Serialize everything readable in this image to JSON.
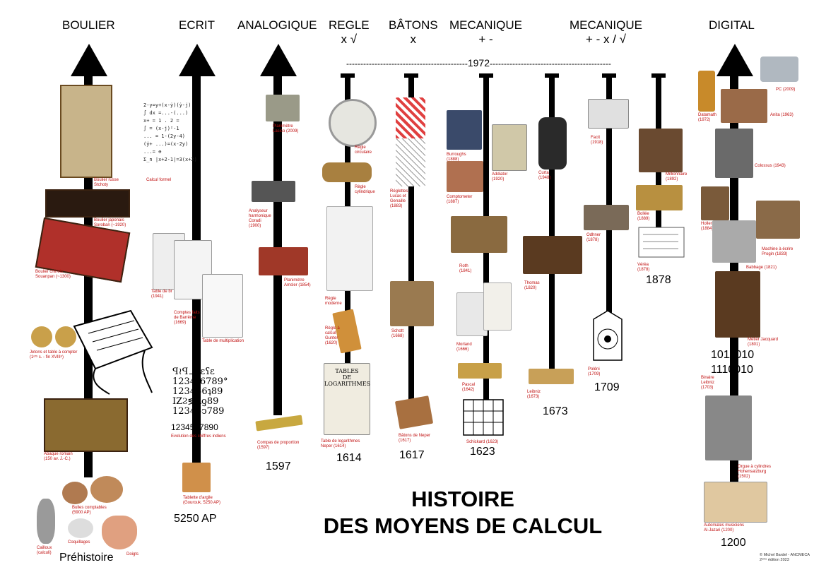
{
  "headers": [
    {
      "id": "boulier",
      "line1": "BOULIER",
      "line2": ""
    },
    {
      "id": "ecrit",
      "line1": "ECRIT",
      "line2": ""
    },
    {
      "id": "analogique",
      "line1": "ANALOGIQUE",
      "line2": ""
    },
    {
      "id": "regle",
      "line1": "REGLE",
      "line2": "x √"
    },
    {
      "id": "batons",
      "line1": "BÂTONS",
      "line2": "x"
    },
    {
      "id": "mecanique1",
      "line1": "MECANIQUE",
      "line2": "+ -"
    },
    {
      "id": "mecanique2",
      "line1": "MECANIQUE",
      "line2": "+ - x / √"
    },
    {
      "id": "digital",
      "line1": "DIGITAL",
      "line2": ""
    }
  ],
  "dashed_line": {
    "left": "-------------------------------------------",
    "year": "1972",
    "right": "-------------------------------------------"
  },
  "title": {
    "line1": "HISTOIRE",
    "line2": "DES MOYENS DE CALCUL"
  },
  "years": {
    "prehistoire": "Préhistoire",
    "ap5250": "5250 AP",
    "y1597": "1597",
    "y1614": "1614",
    "y1617": "1617",
    "y1623": "1623",
    "y1673": "1673",
    "y1709": "1709",
    "y1878": "1878",
    "binary1": "1011010",
    "binary2": "1110010",
    "y1200": "1200"
  },
  "captions": {
    "boulier_russe": "Boulier russe\nStchoty",
    "boulier_japonais": "Boulier japonais\nSoroban (~1920)",
    "boulier_chinois": "Boulier chinois\nSouanpan (~1300)",
    "jetons": "Jetons et table à compter\n(1ᵉʳˢ s. - fin XVIIIᵉ)",
    "abaque": "Abaque romain\n(150 av. J.-C.)",
    "bulles": "Bulles comptables\n(5900 AP)",
    "cailloux": "Cailloux\n(calculi)",
    "coquillages": "Coquillages",
    "doigts": "Doigts",
    "calcul_formel": "Calcul formel",
    "table_br": "Table de br\n(1941)",
    "comptes": "Comptes faits\nde Barrême\n(1669)",
    "table_mult": "Table de multiplication",
    "chiffres": "Evolution des chiffres indiens",
    "tablette": "Tablette d'argile\n(Gourouk, 5250 AP)",
    "planimetre_lasico": "Planimètre\nLasico (2009)",
    "analyseur": "Analyseur\nharmonique\nCoradi\n(1900)",
    "planimetre_amsler": "Planimètre\nAmsler (1854)",
    "compas": "Compas de proportion\n(1597)",
    "regle_circulaire": "Règle\ncirculaire",
    "regle_cylindrique": "Règle\ncylindrique",
    "regle_moderne": "Règle\nmoderne",
    "regle_gunter": "Règle à\ncalcul\nGunter\n(1620)",
    "table_log": "Table de logarithmes\nNeper (1614)",
    "reglettes": "Réglettes\nLucas et\nGenaille\n(1883)",
    "schott": "Schott\n(1668)",
    "batons_neper": "Bâtons de Neper\n(1617)",
    "burroughs": "Burroughs\n(1888)",
    "addiator": "Addiator\n(1920)",
    "comptometer": "Comptometer\n(1887)",
    "roth": "Roth\n(1841)",
    "morland": "Morland\n(1666)",
    "pascal": "Pascal\n(1642)",
    "schickard": "Schickard (1623)",
    "curta": "Curta\n(1948)",
    "thomas": "Thomas\n(1820)",
    "leibniz": "Leibniz\n(1673)",
    "facit": "Facit\n(1918)",
    "odhner": "Odhner\n(1878)",
    "poleni": "Poléni\n(1709)",
    "millionnaire": "Millionnaire\n(1892)",
    "bollee": "Bollée\n(1889)",
    "verea": "Vérèa\n(1878)",
    "datamath": "Datamath\n(1972)",
    "pc": "PC (2009)",
    "anita": "Anita (1963)",
    "colossus": "Colossus (1943)",
    "hollerith": "Hollerith\n(1884)",
    "machine_ecrire": "Machine à écrire\nProgin (1833)",
    "babbage": "Babbage (1821)",
    "jacquard": "Métier Jacquard\n(1801)",
    "binaire": "Binaire\nLeibniz\n(1703)",
    "orgue": "Orgue à cylindres\nHohensalzburg\n(1502)",
    "automates": "Automates musiciens\nAl-Jazari (1200)"
  },
  "glyph_rows": "ꟼ≀ꟼ⊥≀ɛʕɛ\n1234ϧ6789°\n123456ʇ89\nIZϨ≶ᕕƍ89\n12345ↄ789",
  "numbers_row": "1234567890",
  "scribble": "2-y=y+(x-ẏ)(ẏ-j)\n  ∫ dx =...-(...)\n x+   = 1 . 2 =\n  ∫ = (x-j)²-1\n     ... = 1-(2y-4)\n (ẏ+ ...)=(x-2y)\n ...=  ⊕\n Σ_n   |x+2-1|=3(x+2)",
  "footer": "© Michel Bardel - ANCMECA\n2ᵉᵐᵉ édition 2023",
  "colors": {
    "caption": "#c01010",
    "ink": "#000000",
    "wood": "#7a4a20"
  }
}
